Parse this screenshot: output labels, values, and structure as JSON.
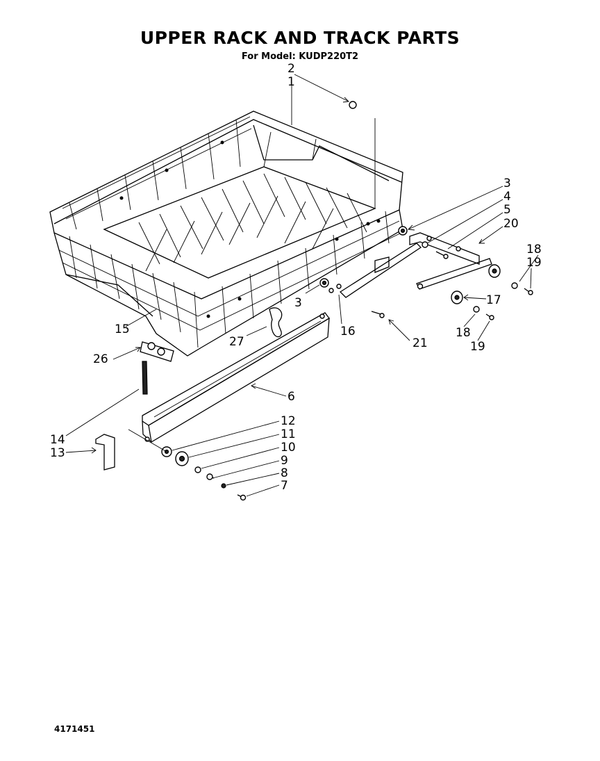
{
  "diagram": {
    "title": "UPPER RACK AND TRACK PARTS",
    "subtitle": "For Model: KUDP220T2",
    "document_number": "4171451",
    "callouts": [
      "1",
      "2",
      "3",
      "3",
      "4",
      "5",
      "6",
      "7",
      "8",
      "9",
      "10",
      "11",
      "12",
      "13",
      "14",
      "15",
      "16",
      "17",
      "18",
      "18",
      "19",
      "19",
      "20",
      "21",
      "26",
      "27"
    ]
  }
}
